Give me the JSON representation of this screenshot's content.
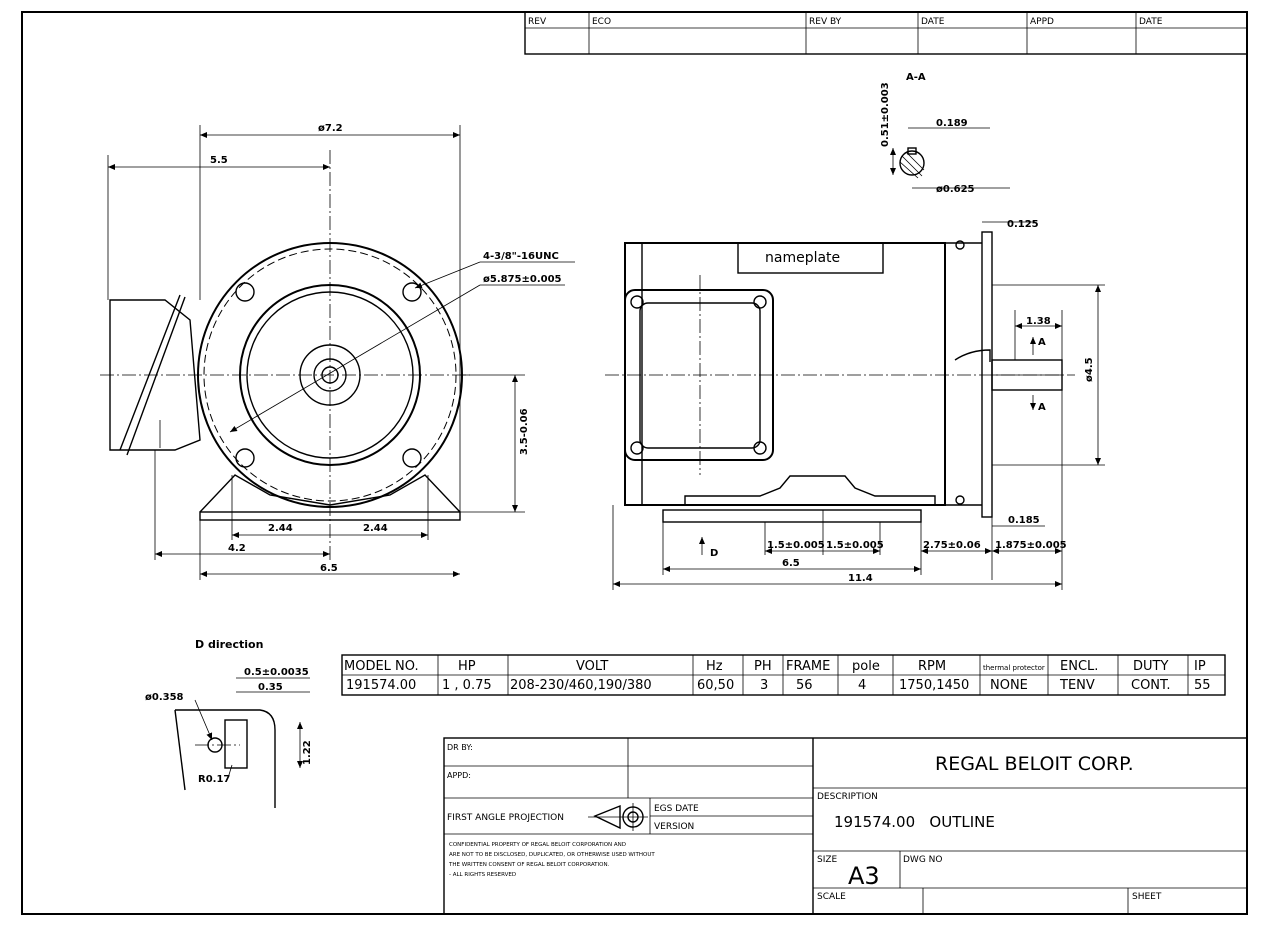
{
  "revision_block": {
    "headers": [
      "REV",
      "ECO",
      "REV BY",
      "DATE",
      "APPD",
      "DATE"
    ]
  },
  "views": {
    "section_label": "A-A",
    "keyway_dims": [
      "0.51±0.003",
      "0.189",
      "ø0.625"
    ],
    "front_dims": [
      "ø7.2",
      "5.5",
      "4-3/8\"-16UNC",
      "ø5.875±0.005",
      "3.5-0.06",
      "2.44",
      "2.44",
      "4.2",
      "6.5"
    ],
    "side_dims": [
      "0.125",
      "1.38",
      "ø4.5",
      "0.185",
      "1.5±0.005",
      "1.5±0.005",
      "2.75±0.06",
      "1.875±0.005",
      "6.5",
      "11.4",
      "D",
      "A",
      "A"
    ],
    "nameplate": "nameplate",
    "detail_title": "D direction",
    "detail_dims": [
      "0.5±0.0035",
      "0.35",
      "ø0.358",
      "R0.17",
      "1.22"
    ]
  },
  "spec_table": {
    "headers": [
      "MODEL NO.",
      "HP",
      "VOLT",
      "Hz",
      "PH",
      "FRAME",
      "pole",
      "RPM",
      "thermal protector",
      "ENCL.",
      "DUTY",
      "IP"
    ],
    "row": [
      "191574.00",
      "1 , 0.75",
      "208-230/460,190/380",
      "60,50",
      "3",
      "56",
      "4",
      "1750,1450",
      "NONE",
      "TENV",
      "CONT.",
      "55"
    ]
  },
  "title_block": {
    "dr_by": "DR BY:",
    "appd": "APPD:",
    "projection": "FIRST ANGLE PROJECTION",
    "egs_date": "EGS DATE",
    "version": "VERSION",
    "confidential": [
      "CONFIDENTIAL PROPERTY OF REGAL BELOIT CORPORATION AND",
      "ARE NOT TO BE DISCLOSED, DUPLICATED, OR OTHERWISE USED WITHOUT",
      "THE WRITTEN CONSENT OF REGAL BELOIT CORPORATION.",
      "- ALL RIGHTS RESERVED"
    ],
    "company": "REGAL BELOIT CORP.",
    "description_label": "DESCRIPTION",
    "description": "191574.00   OUTLINE",
    "size_label": "SIZE",
    "size": "A3",
    "dwg_no_label": "DWG NO",
    "scale_label": "SCALE",
    "sheet_label": "SHEET"
  }
}
